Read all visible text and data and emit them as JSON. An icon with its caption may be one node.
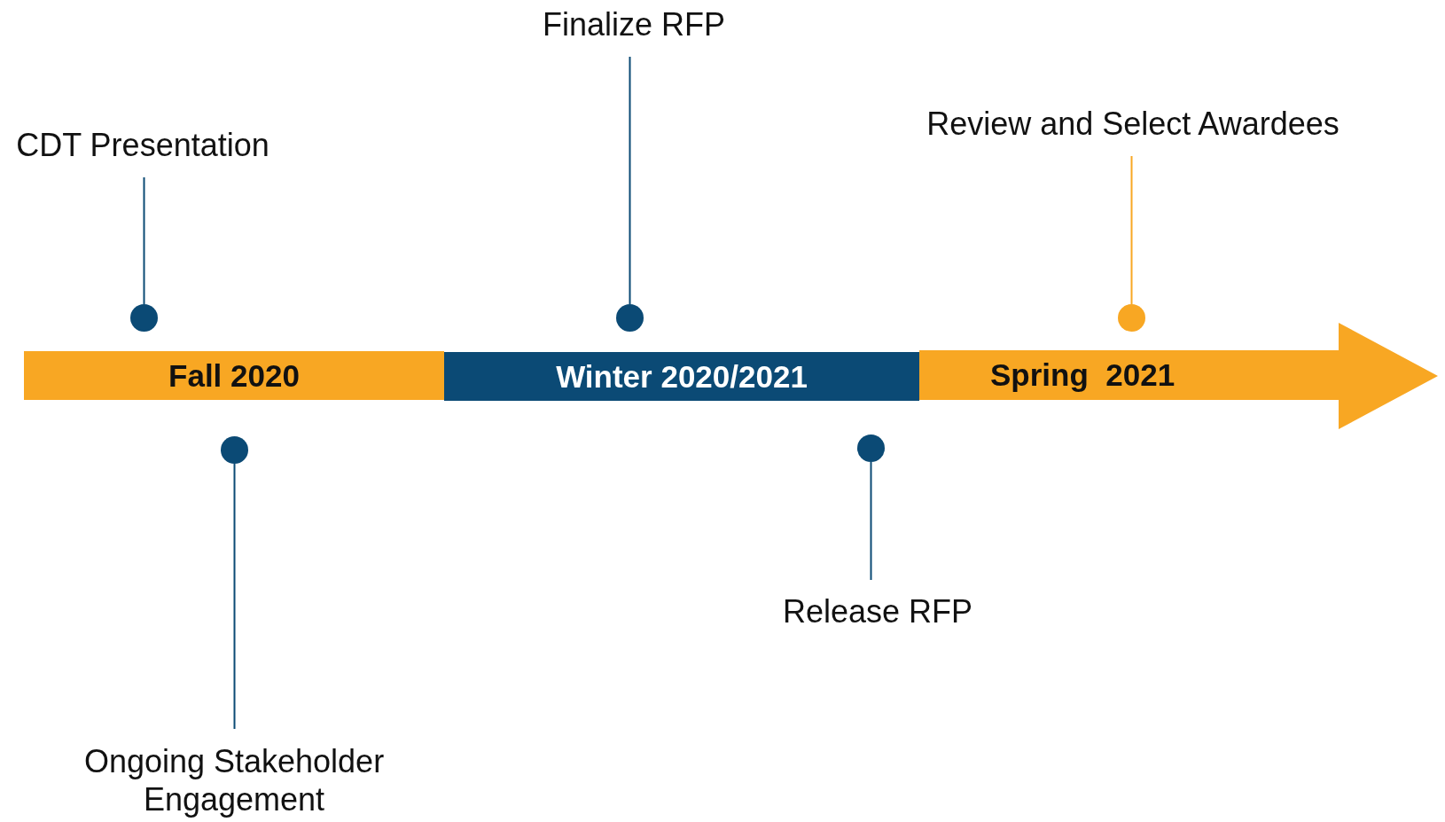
{
  "diagram": {
    "nodes": [
      {
        "text": [
          "Fall 2020"
        ]
      },
      {
        "text": [
          "Winter 2020/2021"
        ]
      },
      {
        "text": [
          "Spring  2021"
        ]
      },
      {
        "text": [
          "CDT Presentation"
        ]
      },
      {
        "text": [
          "Finalize RFP"
        ]
      },
      {
        "text": [
          "Review and Select Awardees"
        ]
      },
      {
        "text": [
          "Ongoing Stakeholder Engagement"
        ]
      },
      {
        "text": [
          "Release RFP"
        ]
      },
      {
        "text": [],
        "shape": "circle"
      },
      {
        "text": [],
        "shape": "circle"
      },
      {
        "text": [],
        "shape": "circle"
      },
      {
        "text": [],
        "shape": "circle"
      },
      {
        "text": [],
        "shape": "circle"
      }
    ],
    "edges": [
      {
        "from": 3,
        "to": 8,
        "arrow": "none"
      },
      {
        "from": 4,
        "to": 9,
        "arrow": "none"
      },
      {
        "from": 5,
        "to": 10,
        "arrow": "none",
        "color": "#f8a723"
      },
      {
        "from": 6,
        "to": 11,
        "arrow": "none"
      },
      {
        "from": 7,
        "to": 12,
        "arrow": "none"
      }
    ]
  }
}
